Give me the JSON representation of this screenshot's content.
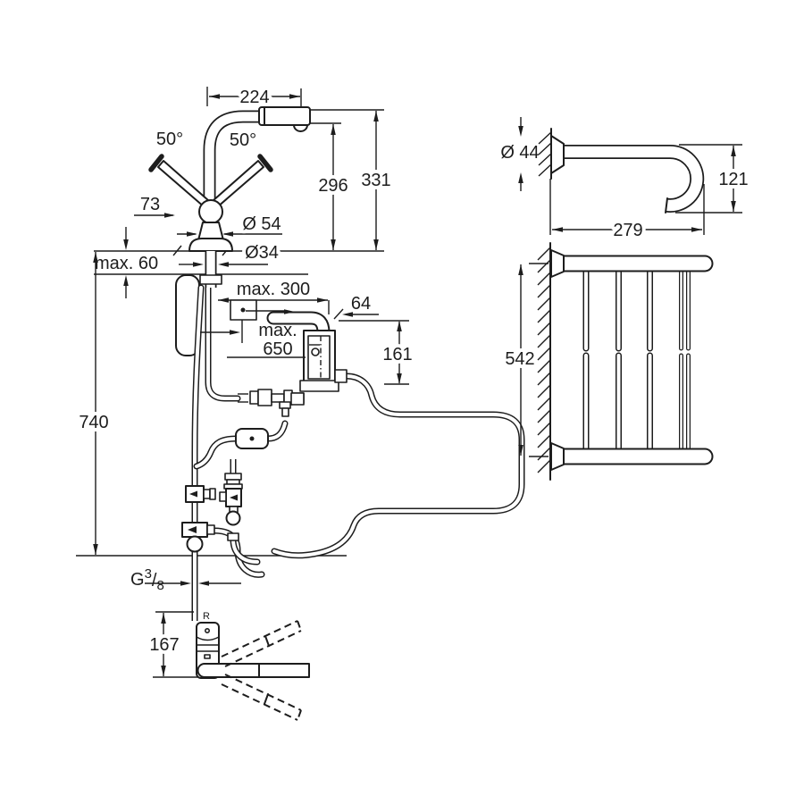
{
  "colors": {
    "background": "#ffffff",
    "line": "#1d1d1d"
  },
  "views": {
    "faucet_side": {
      "label": "faucet installation side view",
      "dims": {
        "spout_reach": "224",
        "swivel_left": "50°",
        "swivel_right": "50°",
        "lever_length": "73",
        "body_diameter": "Ø 54",
        "shank_diameter": "Ø34",
        "counter_thickness": "max. 60",
        "outlet_height": "296",
        "total_height": "331",
        "supply_distance": "max. 300",
        "hose_length_line1": "max.",
        "hose_length_line2": "650",
        "box_depth": "64",
        "box_height": "161",
        "below_counter_depth": "740",
        "thread": {
          "g": "G",
          "num": "3",
          "slash": "/",
          "den": "8"
        }
      }
    },
    "faucet_top": {
      "label": "faucet base top view",
      "dims": {
        "base_height": "167",
        "regulator_mark": "R"
      }
    },
    "holder_side": {
      "label": "wall holder side view",
      "dims": {
        "flange_diameter": "Ø 44",
        "hook_height": "121",
        "reach": "279"
      }
    },
    "holder_front": {
      "label": "wall holder front view",
      "dims": {
        "mount_spacing": "542"
      }
    }
  }
}
